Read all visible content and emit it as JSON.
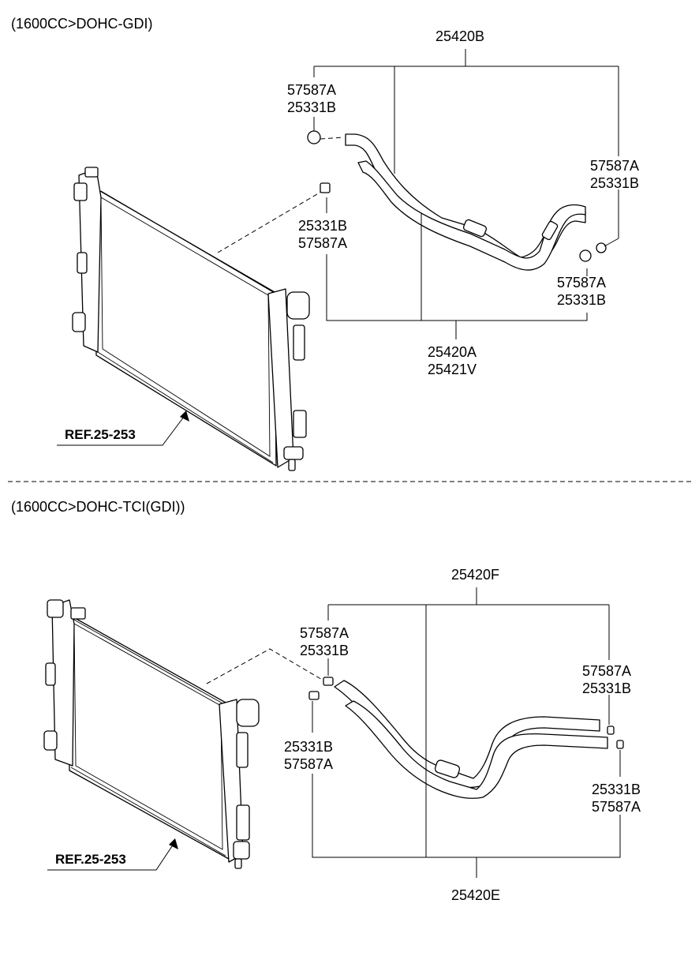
{
  "sections": [
    {
      "header": "(1600CC>DOHC-GDI)",
      "ref_label": "REF.25-253",
      "labels": {
        "assy_top": "25420B",
        "clamp_top_left": [
          "57587A",
          "25331B"
        ],
        "clamp_mid_left": [
          "25331B",
          "57587A"
        ],
        "clamp_right_upper": [
          "57587A",
          "25331B"
        ],
        "clamp_right_lower": [
          "57587A",
          "25331B"
        ],
        "assy_bottom": [
          "25420A",
          "25421V"
        ]
      }
    },
    {
      "header": "(1600CC>DOHC-TCI(GDI))",
      "ref_label": "REF.25-253",
      "labels": {
        "assy_top": "25420F",
        "clamp_top_left": [
          "57587A",
          "25331B"
        ],
        "clamp_mid_left": [
          "25331B",
          "57587A"
        ],
        "clamp_right_upper": [
          "57587A",
          "25331B"
        ],
        "clamp_right_lower": [
          "25331B",
          "57587A"
        ],
        "assy_bottom": "25420E"
      }
    }
  ]
}
